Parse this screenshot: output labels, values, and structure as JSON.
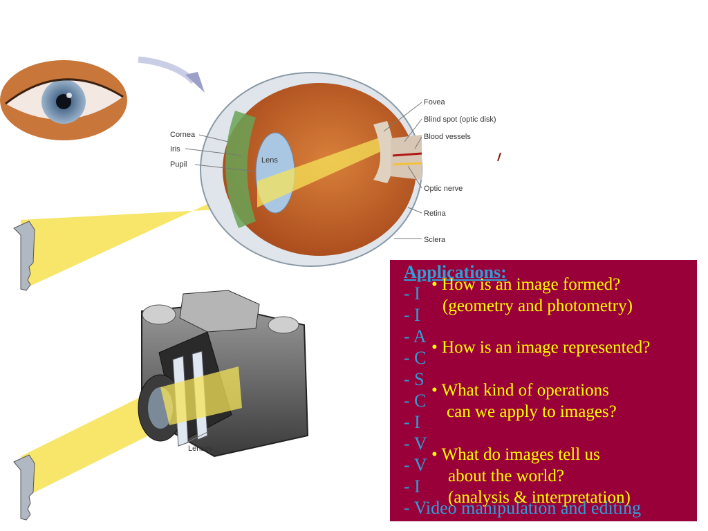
{
  "eye_labels": {
    "cornea": "Cornea",
    "iris": "Iris",
    "pupil": "Pupil",
    "lens": "Lens",
    "fovea": "Fovea",
    "blind_spot": "Blind spot (optic disk)",
    "blood_vessels": "Blood vessels",
    "optic_nerve": "Optic nerve",
    "retina": "Retina",
    "sclera": "Sclera"
  },
  "camera_labels": {
    "lenses": "Lenses"
  },
  "applications": {
    "title": "Applications:",
    "items": [
      "- I",
      "- I",
      "- A",
      "- C",
      "- S",
      "- C",
      "- I",
      "- V",
      "- V",
      "- I",
      "- Video manipulation and editing"
    ]
  },
  "questions": [
    {
      "bullet": "•",
      "lines": [
        "How is an image formed?",
        "(geometry and photometry)"
      ]
    },
    {
      "bullet": "•",
      "lines": [
        "How is an image represented?"
      ]
    },
    {
      "bullet": "•",
      "lines": [
        "What kind of operations",
        "can we apply to images?"
      ]
    },
    {
      "bullet": "•",
      "lines": [
        "What do images tell us",
        "about the world?",
        "(analysis & interpretation)"
      ]
    }
  ],
  "colors": {
    "box_bg": "#99003a",
    "question_text": "#ffff00",
    "applications_text": "#2f9fd8",
    "light_beam": "#f6e35a"
  },
  "icons": [
    "eye-photo",
    "eye-cross-section-diagram",
    "key-icon",
    "camera-cutaway-diagram",
    "curved-arrow"
  ]
}
